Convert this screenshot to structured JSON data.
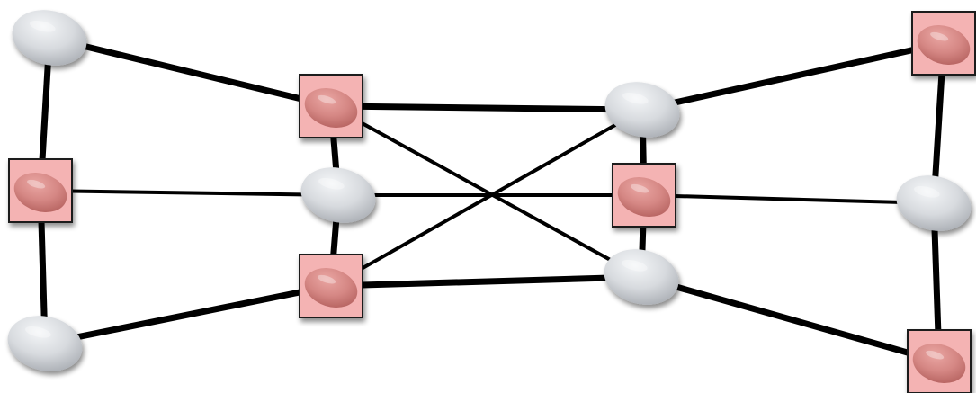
{
  "diagram": {
    "palette": {
      "background": "#ffffff",
      "edge": "#000000",
      "square_fill": "#f4b3b3",
      "square_border": "#1a1a1a",
      "pink_stone": "#d98a88",
      "gray_stone": "#dde0e4"
    },
    "nodes": [
      {
        "id": "g-top-left",
        "kind": "gray-stone"
      },
      {
        "id": "p-mid-left",
        "kind": "pink-square"
      },
      {
        "id": "g-bottom-left",
        "kind": "gray-stone"
      },
      {
        "id": "p-center-left-top",
        "kind": "pink-square"
      },
      {
        "id": "g-center-left-mid",
        "kind": "gray-stone"
      },
      {
        "id": "p-center-left-bottom",
        "kind": "pink-square"
      },
      {
        "id": "g-center-right-top",
        "kind": "gray-stone"
      },
      {
        "id": "p-center-right-mid",
        "kind": "pink-square"
      },
      {
        "id": "g-center-right-bottom",
        "kind": "gray-stone"
      },
      {
        "id": "p-top-right",
        "kind": "pink-square"
      },
      {
        "id": "g-mid-right",
        "kind": "gray-stone"
      },
      {
        "id": "p-bottom-right",
        "kind": "pink-square"
      }
    ],
    "edges": [
      {
        "from": "g-top-left",
        "to": "p-mid-left",
        "weight": "thick"
      },
      {
        "from": "p-mid-left",
        "to": "g-bottom-left",
        "weight": "thick"
      },
      {
        "from": "g-top-left",
        "to": "p-center-left-top",
        "weight": "thick"
      },
      {
        "from": "g-bottom-left",
        "to": "p-center-left-bottom",
        "weight": "thick"
      },
      {
        "from": "p-mid-left",
        "to": "g-center-left-mid",
        "weight": "thin"
      },
      {
        "from": "p-center-left-top",
        "to": "g-center-left-mid",
        "weight": "thick"
      },
      {
        "from": "g-center-left-mid",
        "to": "p-center-left-bottom",
        "weight": "thick"
      },
      {
        "from": "p-center-left-top",
        "to": "g-center-right-top",
        "weight": "thick"
      },
      {
        "from": "p-center-left-bottom",
        "to": "g-center-right-bottom",
        "weight": "thick"
      },
      {
        "from": "p-center-left-top",
        "to": "g-center-right-bottom",
        "weight": "thin"
      },
      {
        "from": "p-center-left-bottom",
        "to": "g-center-right-top",
        "weight": "thin"
      },
      {
        "from": "g-center-left-mid",
        "to": "p-center-right-mid",
        "weight": "thin"
      },
      {
        "from": "g-center-right-top",
        "to": "p-center-right-mid",
        "weight": "thick"
      },
      {
        "from": "p-center-right-mid",
        "to": "g-center-right-bottom",
        "weight": "thick"
      },
      {
        "from": "g-center-right-top",
        "to": "p-top-right",
        "weight": "thick"
      },
      {
        "from": "g-center-right-bottom",
        "to": "p-bottom-right",
        "weight": "thick"
      },
      {
        "from": "p-center-right-mid",
        "to": "g-mid-right",
        "weight": "thin"
      },
      {
        "from": "p-top-right",
        "to": "g-mid-right",
        "weight": "thick"
      },
      {
        "from": "g-mid-right",
        "to": "p-bottom-right",
        "weight": "thick"
      }
    ]
  }
}
